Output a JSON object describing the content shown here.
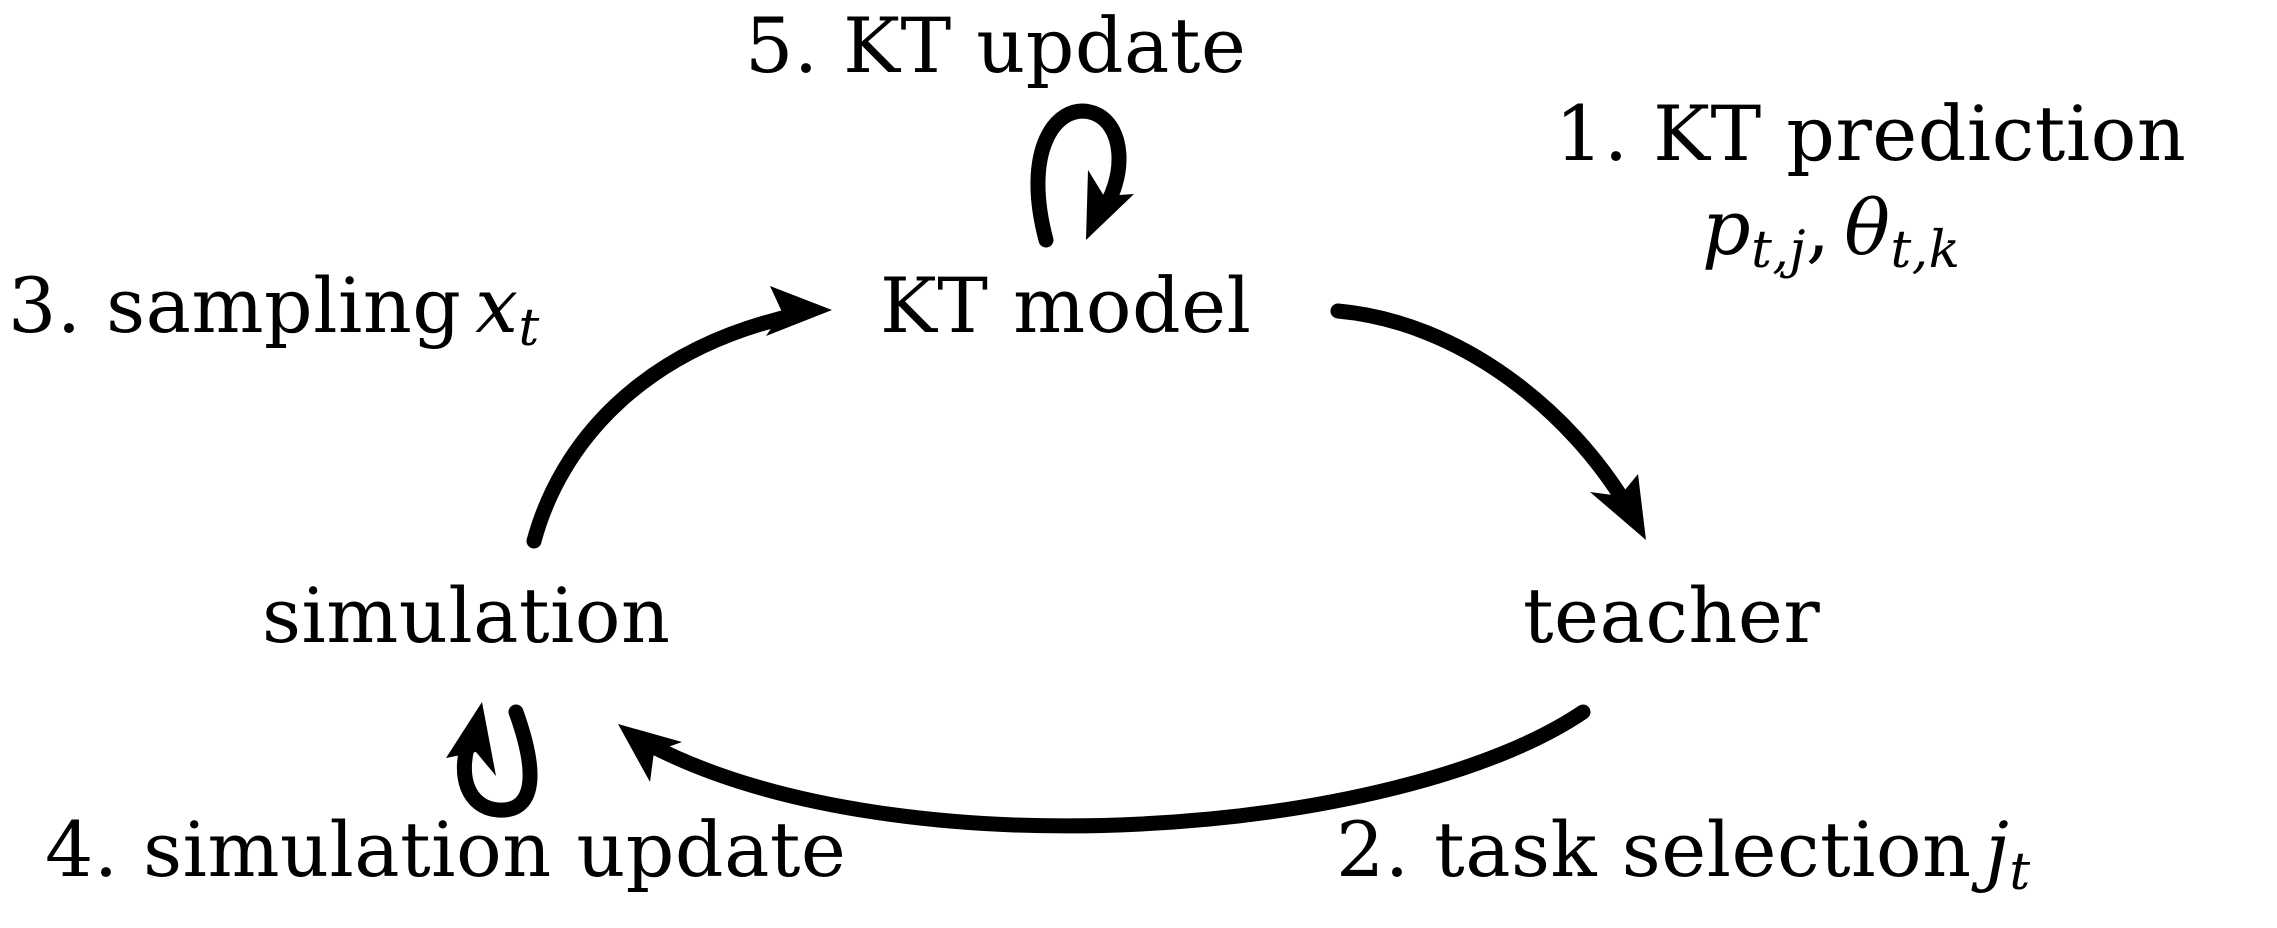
{
  "diagram": {
    "title": "KT model / teacher / simulation interaction loop",
    "background_color": "#ffffff",
    "stroke_color": "#000000",
    "nodes": [
      {
        "id": "kt-model",
        "label": "KT model"
      },
      {
        "id": "simulation",
        "label": "simulation"
      },
      {
        "id": "teacher",
        "label": "teacher"
      }
    ],
    "steps": [
      {
        "number": "1.",
        "text": "KT prediction",
        "math": "p_{t,j}, θ_{t,k}"
      },
      {
        "number": "2.",
        "text": "task selection",
        "math": "j_t"
      },
      {
        "number": "3.",
        "text": "sampling",
        "math": "x_t"
      },
      {
        "number": "4.",
        "text": "simulation update",
        "math": ""
      },
      {
        "number": "5.",
        "text": "KT update",
        "math": ""
      }
    ],
    "labels": {
      "kt_update": "5. KT update",
      "kt_prediction": "1. KT prediction",
      "kt_prediction_p": "p",
      "kt_prediction_p_sub": "t,j",
      "kt_prediction_comma": ",",
      "kt_prediction_theta": "θ",
      "kt_prediction_theta_sub": "t,k",
      "sampling_prefix": "3. sampling",
      "sampling_var": "x",
      "sampling_var_sub": "t",
      "simulation_update": "4. simulation update",
      "task_selection_prefix": "2. task selection",
      "task_selection_var": "j",
      "task_selection_var_sub": "t"
    },
    "nodes_text": {
      "kt_model": "KT model",
      "simulation": "simulation",
      "teacher": "teacher"
    },
    "edges": [
      {
        "id": "simulation-to-kt-model",
        "from": "simulation",
        "to": "kt-model",
        "step": "3",
        "kind": "curved-arrow"
      },
      {
        "id": "kt-model-to-teacher",
        "from": "kt-model",
        "to": "teacher",
        "step": "1",
        "kind": "curved-arrow"
      },
      {
        "id": "teacher-to-simulation",
        "from": "teacher",
        "to": "simulation",
        "step": "2",
        "kind": "curved-arrow"
      },
      {
        "id": "kt-model-self-loop",
        "from": "kt-model",
        "to": "kt-model",
        "step": "5",
        "kind": "self-loop"
      },
      {
        "id": "simulation-self-loop",
        "from": "simulation",
        "to": "simulation",
        "step": "4",
        "kind": "self-loop"
      }
    ]
  }
}
